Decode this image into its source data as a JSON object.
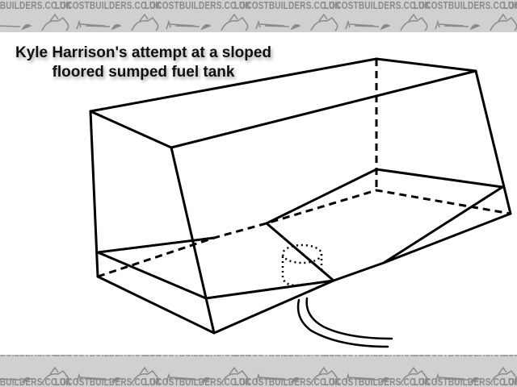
{
  "watermark": {
    "text": "LOCOSTBUILDERS.CO.UK",
    "band_color": "#d0d0d0",
    "text_color": "#8a8a8a",
    "icon": "kit-car-silhouette-icon"
  },
  "title": {
    "line1": "Kyle Harrison's attempt at a sloped",
    "line2": "floored sumped fuel tank"
  },
  "diagram": {
    "subject": "sloped floored sumped fuel tank",
    "line_color": "#000000",
    "elements": [
      "tank-box-outline",
      "hidden-edges-dashed",
      "sloped-floor",
      "sump-cylinder-dotted",
      "fuel-pipe"
    ]
  }
}
